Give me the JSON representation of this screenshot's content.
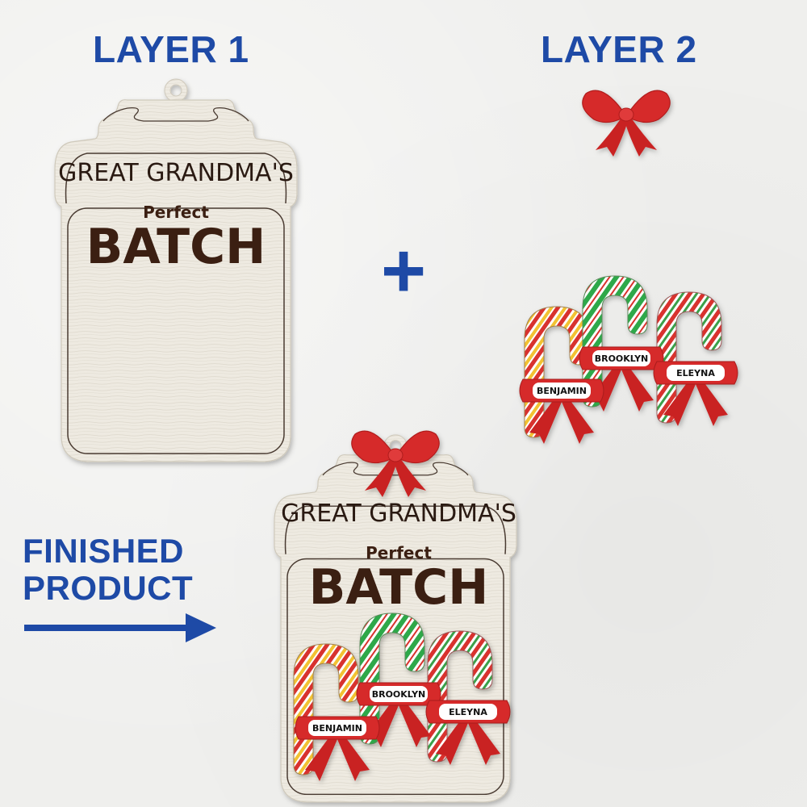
{
  "headings": {
    "layer1": "LAYER 1",
    "layer2": "LAYER 2",
    "finished_line1": "FINISHED",
    "finished_line2": "PRODUCT"
  },
  "ornament": {
    "jar_title": "GREAT GRANDMA'S",
    "subtitle": "Perfect",
    "main_word": "BATCH",
    "names": [
      "BENJAMIN",
      "BROOKLYN",
      "ELEYNA"
    ]
  },
  "plus_symbol": "+",
  "colors": {
    "heading_blue": "#1e4aa6",
    "wood": "#ede9df",
    "ink": "#3b1f12",
    "bow_red": "#d62a2a",
    "cane_green": "#2fa84a",
    "cane_yellow": "#f2c230"
  }
}
